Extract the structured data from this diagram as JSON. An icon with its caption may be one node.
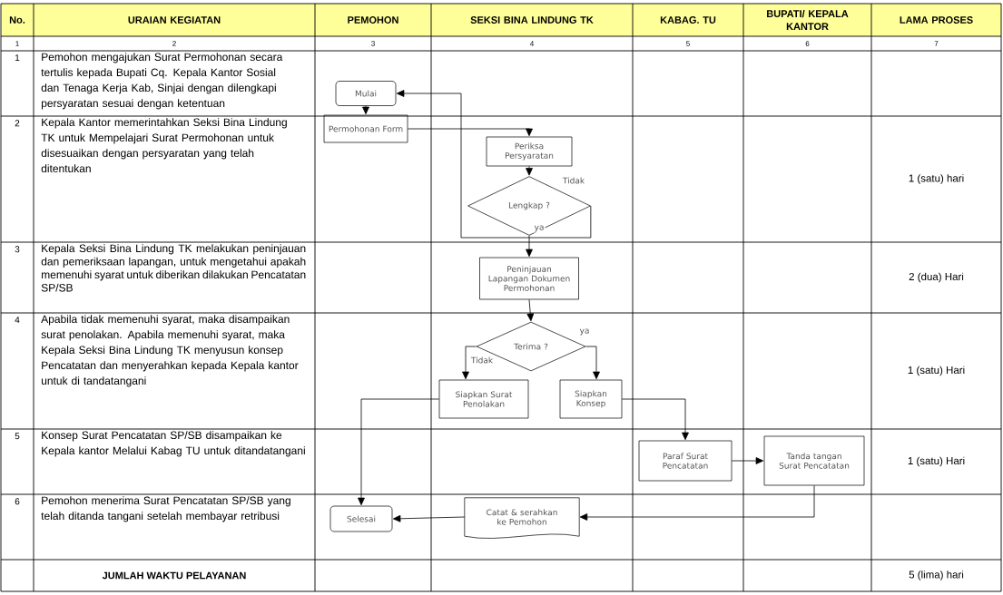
{
  "diagram": {
    "nodes": [
      {
        "text": [
          "Mulai"
        ]
      },
      {
        "text": [
          "Permohonan Form"
        ]
      },
      {
        "text": [
          "Periksa Persyaratan"
        ]
      },
      {
        "text": [
          "Lengkap ?"
        ]
      },
      {
        "text": [
          "Peninjauan Lapangan Dokumen Permohonan"
        ]
      },
      {
        "text": [
          "Terima ?"
        ]
      },
      {
        "text": [
          "Siapkan Surat Penolakan"
        ]
      },
      {
        "text": [
          "Siapkan Konsep"
        ]
      },
      {
        "text": [
          "Paraf Surat Pencatatan"
        ]
      },
      {
        "text": [
          "Tanda tangan Surat Pencatatan"
        ]
      },
      {
        "text": [
          "Catat & serahkan ke Pemohon"
        ]
      },
      {
        "text": [
          "Selesai"
        ]
      }
    ],
    "edges": [
      {
        "from": 0,
        "to": 1,
        "arrow": "to"
      },
      {
        "from": 1,
        "to": 2,
        "arrow": "to"
      },
      {
        "from": 2,
        "to": 3,
        "arrow": "to"
      },
      {
        "from": 3,
        "to": 0,
        "arrow": "to",
        "label": "Tidak"
      },
      {
        "from": 3,
        "to": 4,
        "arrow": "to",
        "label": "ya"
      },
      {
        "from": 4,
        "to": 5,
        "arrow": "to"
      },
      {
        "from": 5,
        "to": 6,
        "arrow": "to",
        "label": "Tidak"
      },
      {
        "from": 5,
        "to": 7,
        "arrow": "to",
        "label": "ya"
      },
      {
        "from": 6,
        "to": 11,
        "arrow": "to"
      },
      {
        "from": 7,
        "to": 8,
        "arrow": "to"
      },
      {
        "from": 8,
        "to": 9,
        "arrow": "to"
      },
      {
        "from": 9,
        "to": 10,
        "arrow": "to"
      },
      {
        "from": 10,
        "to": 11,
        "arrow": "to"
      }
    ],
    "labels": [
      "No.",
      "URAIAN KEGIATAN",
      "PEMOHON",
      "SEKSI BINA LINDUNG TK",
      "KABAG. TU",
      "BUPATI/ KEPALA KANTOR",
      "LAMA PROSES",
      "1",
      "2",
      "3",
      "4",
      "5",
      "6",
      "7",
      "1",
      "Pemohon mengajukan Surat Permohonan secara tertulis kepada Bupati Cq. Kepala Kantor Sosial dan Tenaga Kerja Kab, Sinjai dengan dilengkapi persyaratan sesuai dengan ketentuan",
      "2",
      "Kepala Kantor memerintahkan Seksi Bina Lindung TK untuk Mempelajari Surat Permohonan untuk disesuaikan dengan persyaratan yang telah ditentukan",
      "1 (satu) hari",
      "3",
      "Kepala Seksi Bina Lindung TK melakukan peninjauan dan pemeriksaan lapangan, untuk mengetahui apakah memenuhi syarat untuk diberikan dilakukan Pencatatan SP/SB",
      "2 (dua) Hari",
      "4",
      "Apabila tidak memenuhi syarat, maka disampaikan surat penolakan. Apabila memenuhi syarat, maka Kepala Seksi Bina Lindung TK menyusun konsep Pencatatan dan menyerahkan kepada Kepala kantor untuk di tandatangani",
      "1 (satu) Hari",
      "5",
      "Konsep Surat Pencatatan SP/SB disampaikan ke Kepala kantor Melalui Kabag TU untuk ditandatangani",
      "1 (satu) Hari",
      "6",
      "Pemohon menerima Surat Pencatatan SP/SB yang telah ditanda tangani setelah membayar retribusi",
      "JUMLAH WAKTU PELAYANAN",
      "5 (lima) hari"
    ]
  }
}
